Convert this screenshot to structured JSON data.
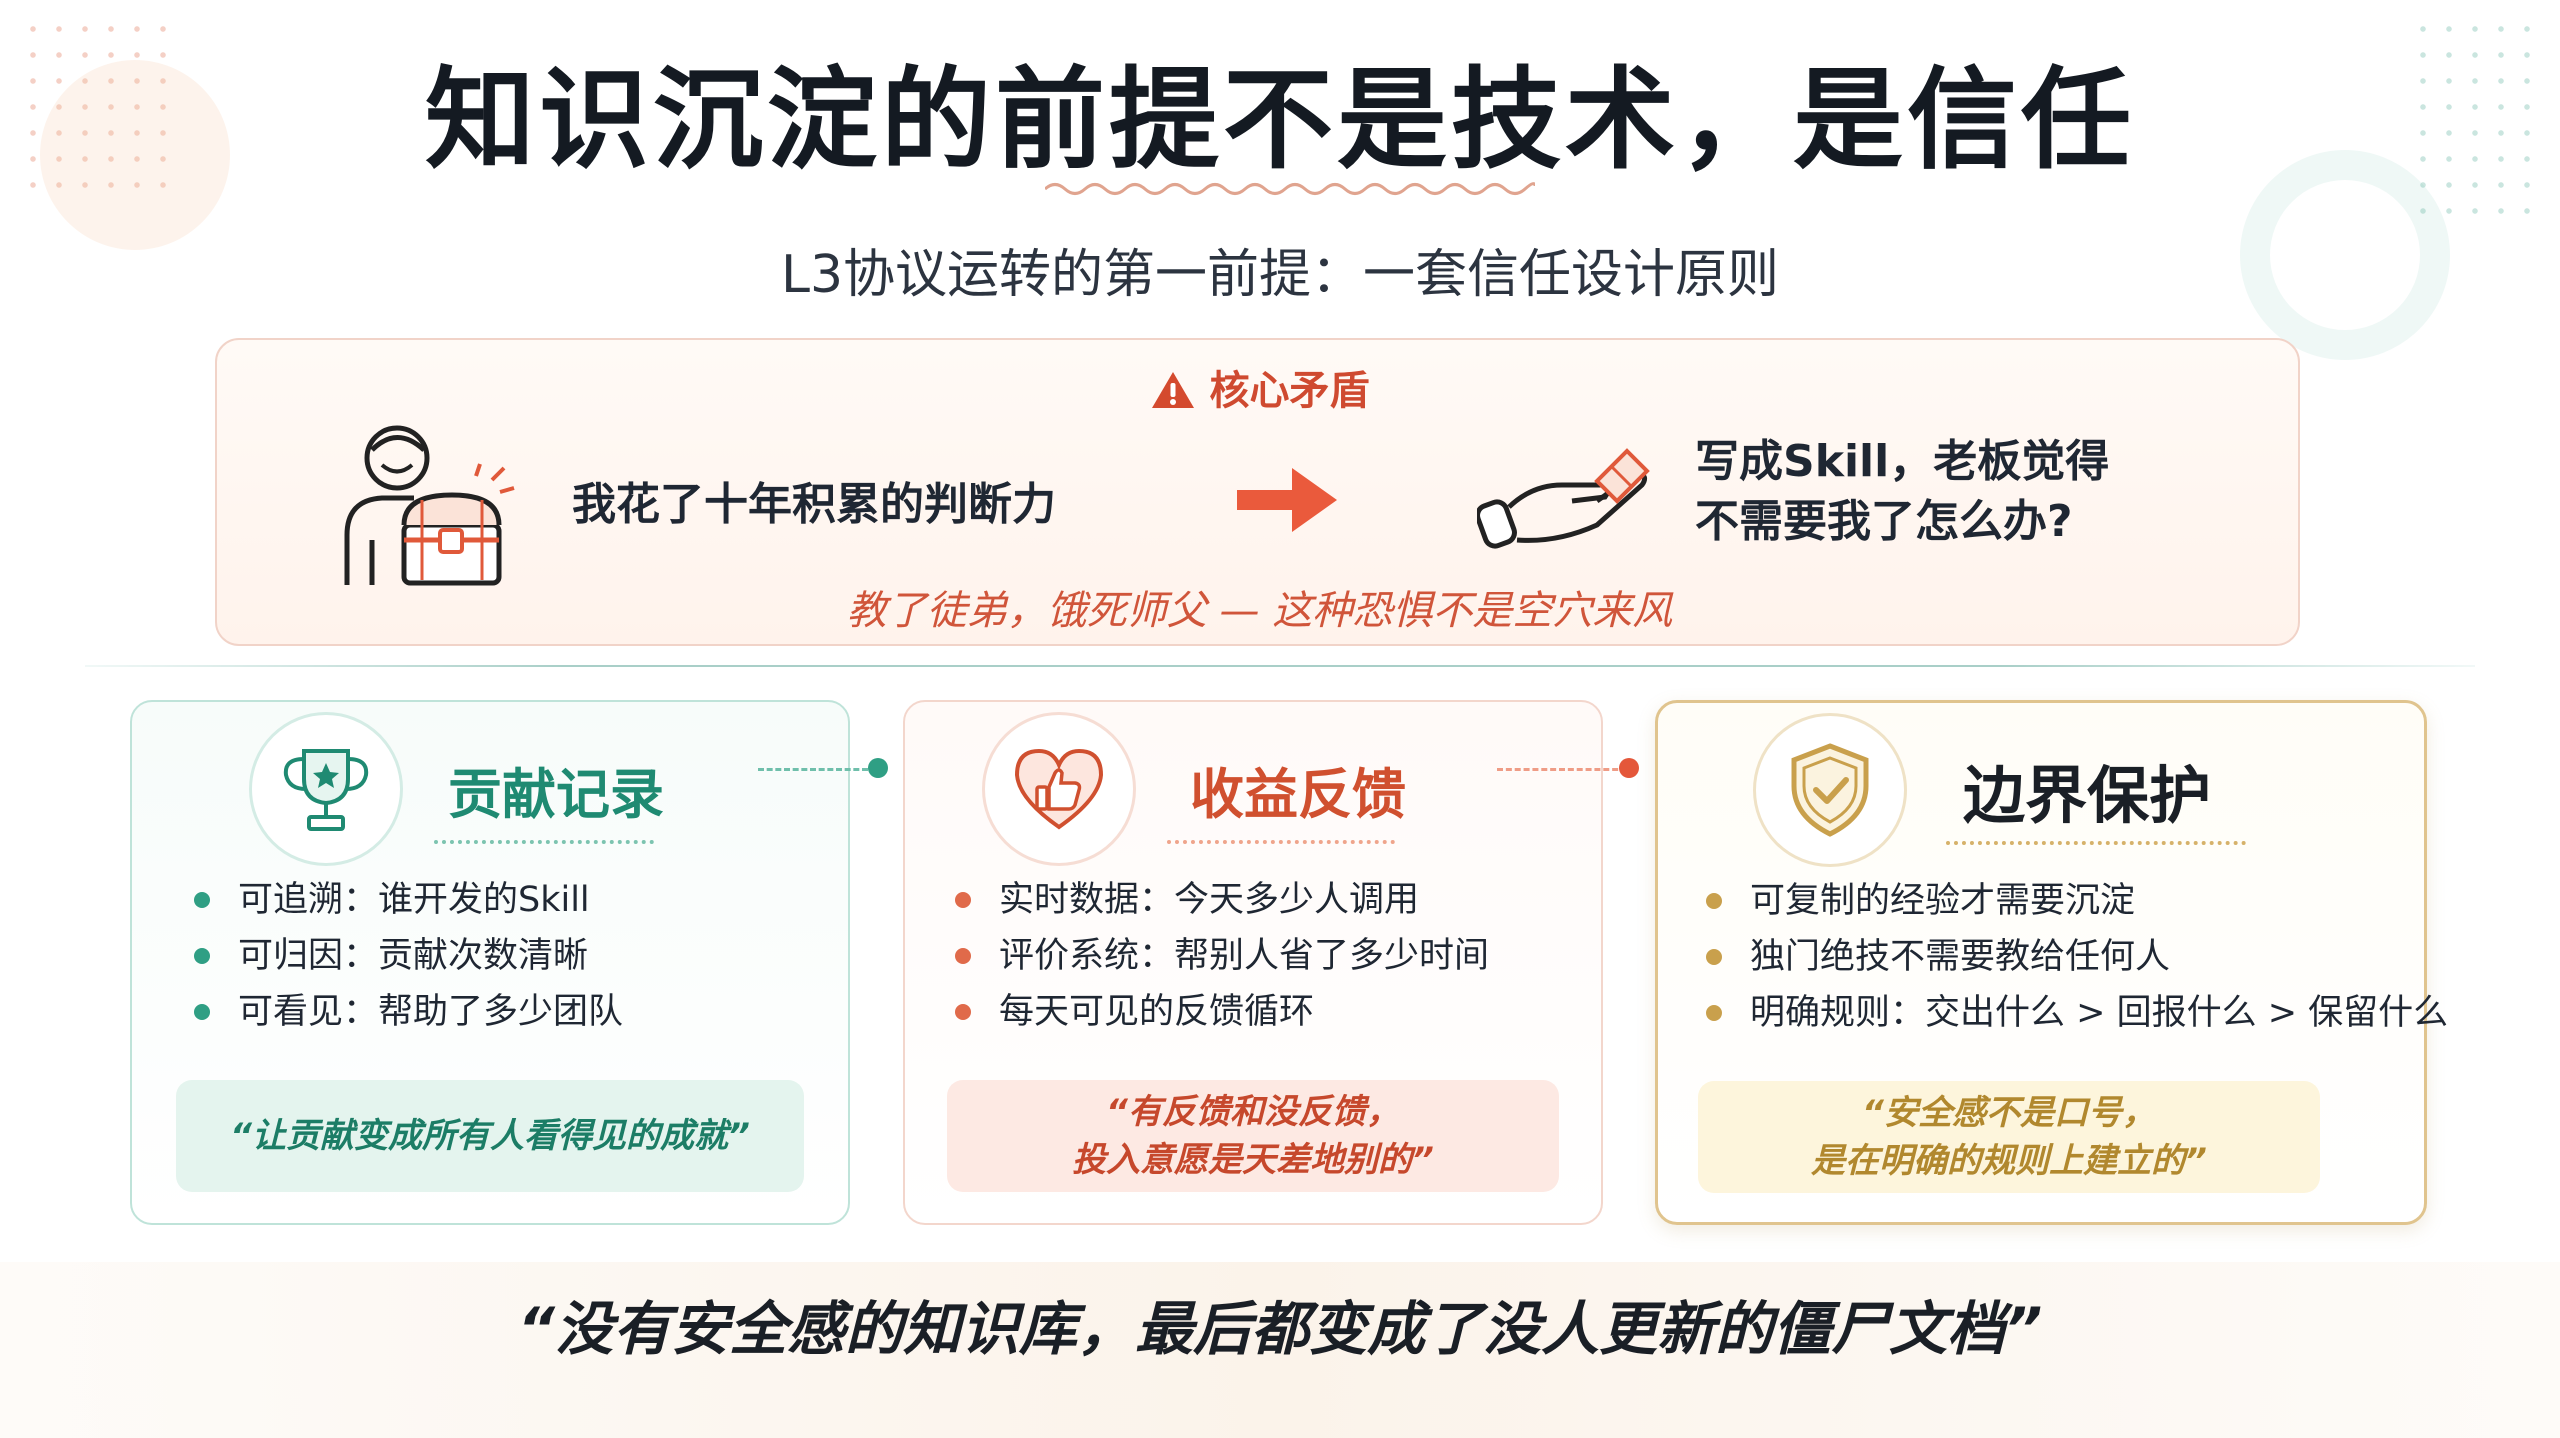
{
  "title": "知识沉淀的前提不是技术，是信任",
  "subtitle": "L3协议运转的第一前提：一套信任设计原则",
  "conflict": {
    "heading": "核心矛盾",
    "heading_icon": "warning-triangle-icon",
    "left_icon": "person-with-treasure-chest-icon",
    "left_text": "我花了十年积累的判断力",
    "arrow_icon": "arrow-right-icon",
    "right_icon": "handing-over-hand-icon",
    "right_text_line1": "写成Skill，老板觉得",
    "right_text_line2": "不需要我了怎么办?",
    "footer": "教了徒弟，饿死师父 — 这种恐惧不是空穴来风"
  },
  "cards": [
    {
      "icon": "trophy-icon",
      "title": "贡献记录",
      "bullets": [
        "可追溯：谁开发的Skill",
        "可归因：贡献次数清晰",
        "可看见：帮助了多少团队"
      ],
      "quote": "“让贡献变成所有人看得见的成就”"
    },
    {
      "icon": "heart-thumbs-up-icon",
      "title": "收益反馈",
      "bullets": [
        "实时数据：今天多少人调用",
        "评价系统：帮别人省了多少时间",
        "每天可见的反馈循环"
      ],
      "quote_line1": "“有反馈和没反馈，",
      "quote_line2": "投入意愿是天差地别的”"
    },
    {
      "icon": "shield-check-icon",
      "title": "边界保护",
      "bullets": [
        "可复制的经验才需要沉淀",
        "独门绝技不需要教给任何人",
        "明确规则：交出什么 > 回报什么 > 保留什么"
      ],
      "quote_line1": "“安全感不是口号，",
      "quote_line2": "是在明确的规则上建立的”"
    }
  ],
  "bottom_quote": "“没有安全感的知识库，最后都变成了没人更新的僵尸文档”",
  "colors": {
    "accent_red": "#d0502f",
    "accent_green": "#1f8a72",
    "accent_gold": "#c9a04c"
  }
}
